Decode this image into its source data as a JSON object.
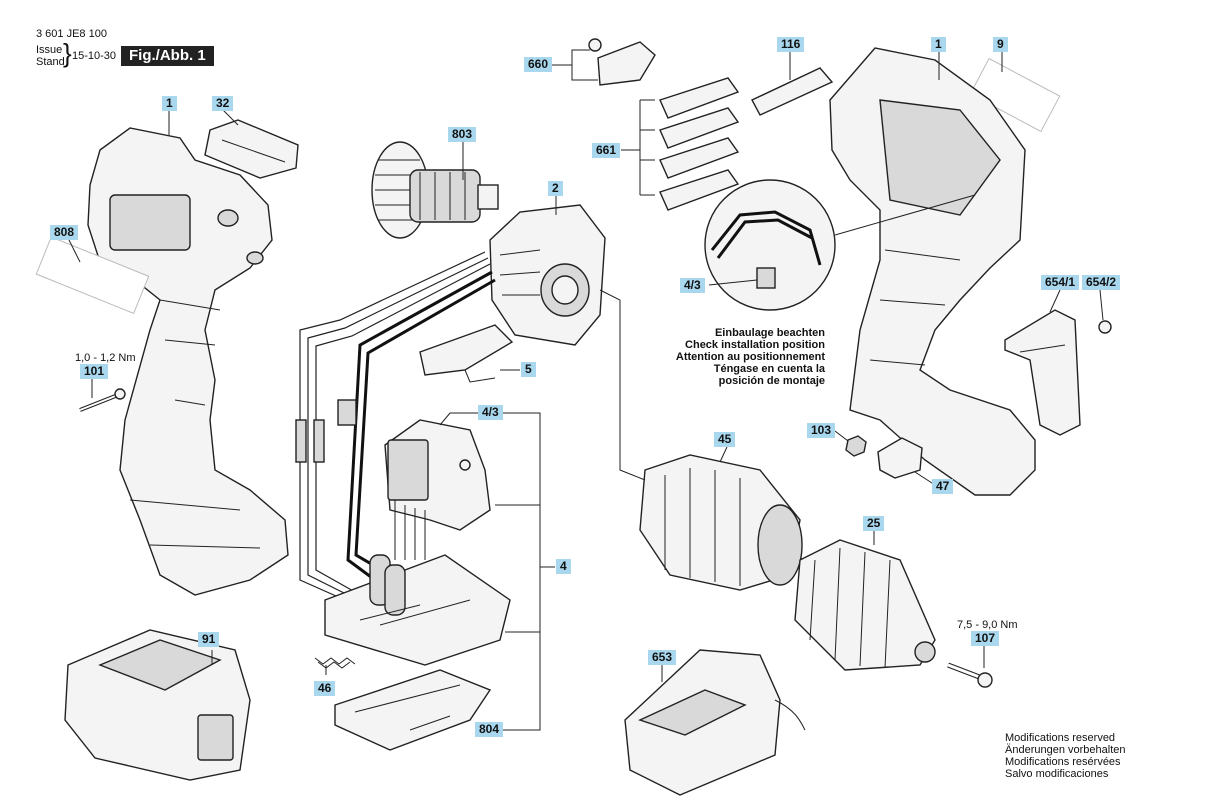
{
  "header": {
    "doc_number": "3 601 JE8 100",
    "issue_label": "Issue",
    "stand_label": "Stand",
    "date": "15-10-30",
    "figure_label": "Fig./Abb. 1"
  },
  "callouts": [
    "1",
    "32",
    "808",
    "101",
    "803",
    "2",
    "5",
    "4/3",
    "4",
    "91",
    "46",
    "804",
    "660",
    "661",
    "116",
    "1",
    "9",
    "4/3",
    "654/1",
    "654/2",
    "103",
    "47",
    "45",
    "25",
    "107",
    "653"
  ],
  "torques": {
    "screw_101": "1,0 - 1,2 Nm",
    "screw_107": "7,5 - 9,0 Nm"
  },
  "installation_note": [
    "Einbaulage beachten",
    "Check installation position",
    "Attention au positionnement",
    "Téngase en cuenta la",
    "posición de montaje"
  ],
  "modifications": [
    "Modifications reserved",
    "Änderungen vorbehalten",
    "Modifications resérvées",
    "Salvo modificaciones"
  ]
}
